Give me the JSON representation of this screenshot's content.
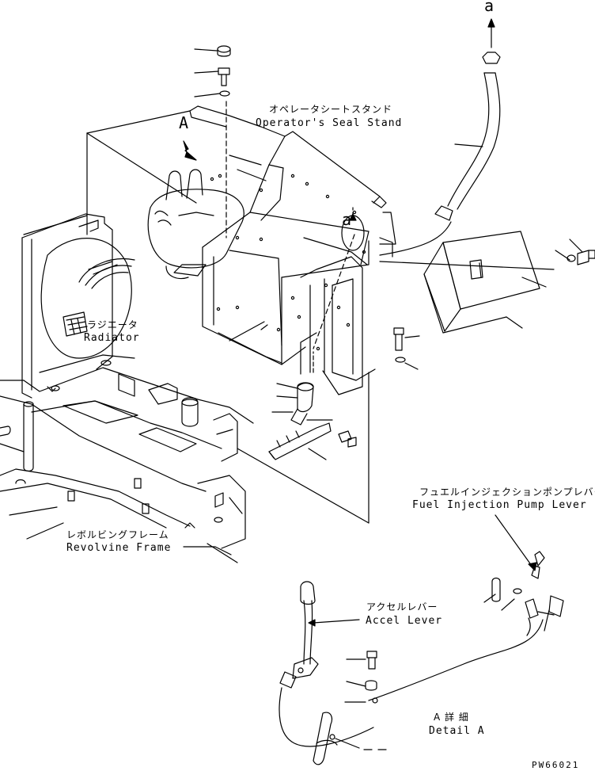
{
  "labels": {
    "detail_marker_top": "a",
    "view_marker": "A",
    "detail_marker_side": "a",
    "seat_stand_jp": "オペレータシートスタンド",
    "seat_stand_en": "Operator's Seal Stand",
    "radiator_jp": "ラジエータ",
    "radiator_en": "Radiator",
    "frame_jp": "レボルビングフレーム",
    "frame_en": "Revolvine Frame",
    "pump_lever_jp": "フュエルインジェクションポンプレバー",
    "pump_lever_en": "Fuel Injection Pump Lever",
    "accel_jp": "アクセルレバー",
    "accel_en": "Accel Lever",
    "detail_jp": "A 詳 細",
    "detail_en": "Detail A",
    "drawing_code": "PW66021"
  }
}
